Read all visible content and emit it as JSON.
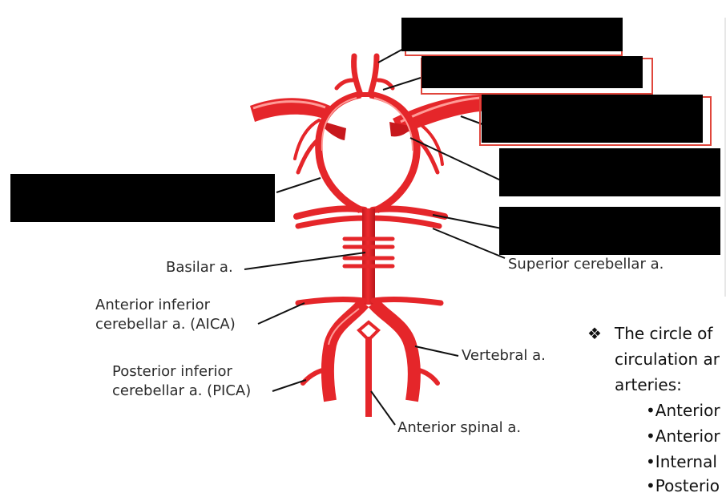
{
  "labels": {
    "basilar": "Basilar a.",
    "aica_1": "Anterior inferior",
    "aica_2": "cerebellar a. (AICA)",
    "pica_1": "Posterior inferior",
    "pica_2": "cerebellar a. (PICA)",
    "vertebral": "Vertebral a.",
    "anterior_spinal": "Anterior spinal a.",
    "superior_cerebellar": "Superior cerebellar a."
  },
  "side_text": {
    "bullet_symbol": "❖",
    "line1": "The circle of",
    "line2": "circulation ar",
    "line3": "arteries:",
    "items": [
      "•Anterior",
      "•Anterior",
      "•Internal",
      "•Posterio"
    ]
  },
  "colors": {
    "artery": "#e8262a",
    "artery_dark": "#b5161c",
    "highlight": "#ff8a86",
    "leader": "#111111",
    "redact": "#000000",
    "red_frame": "#e0463c"
  }
}
